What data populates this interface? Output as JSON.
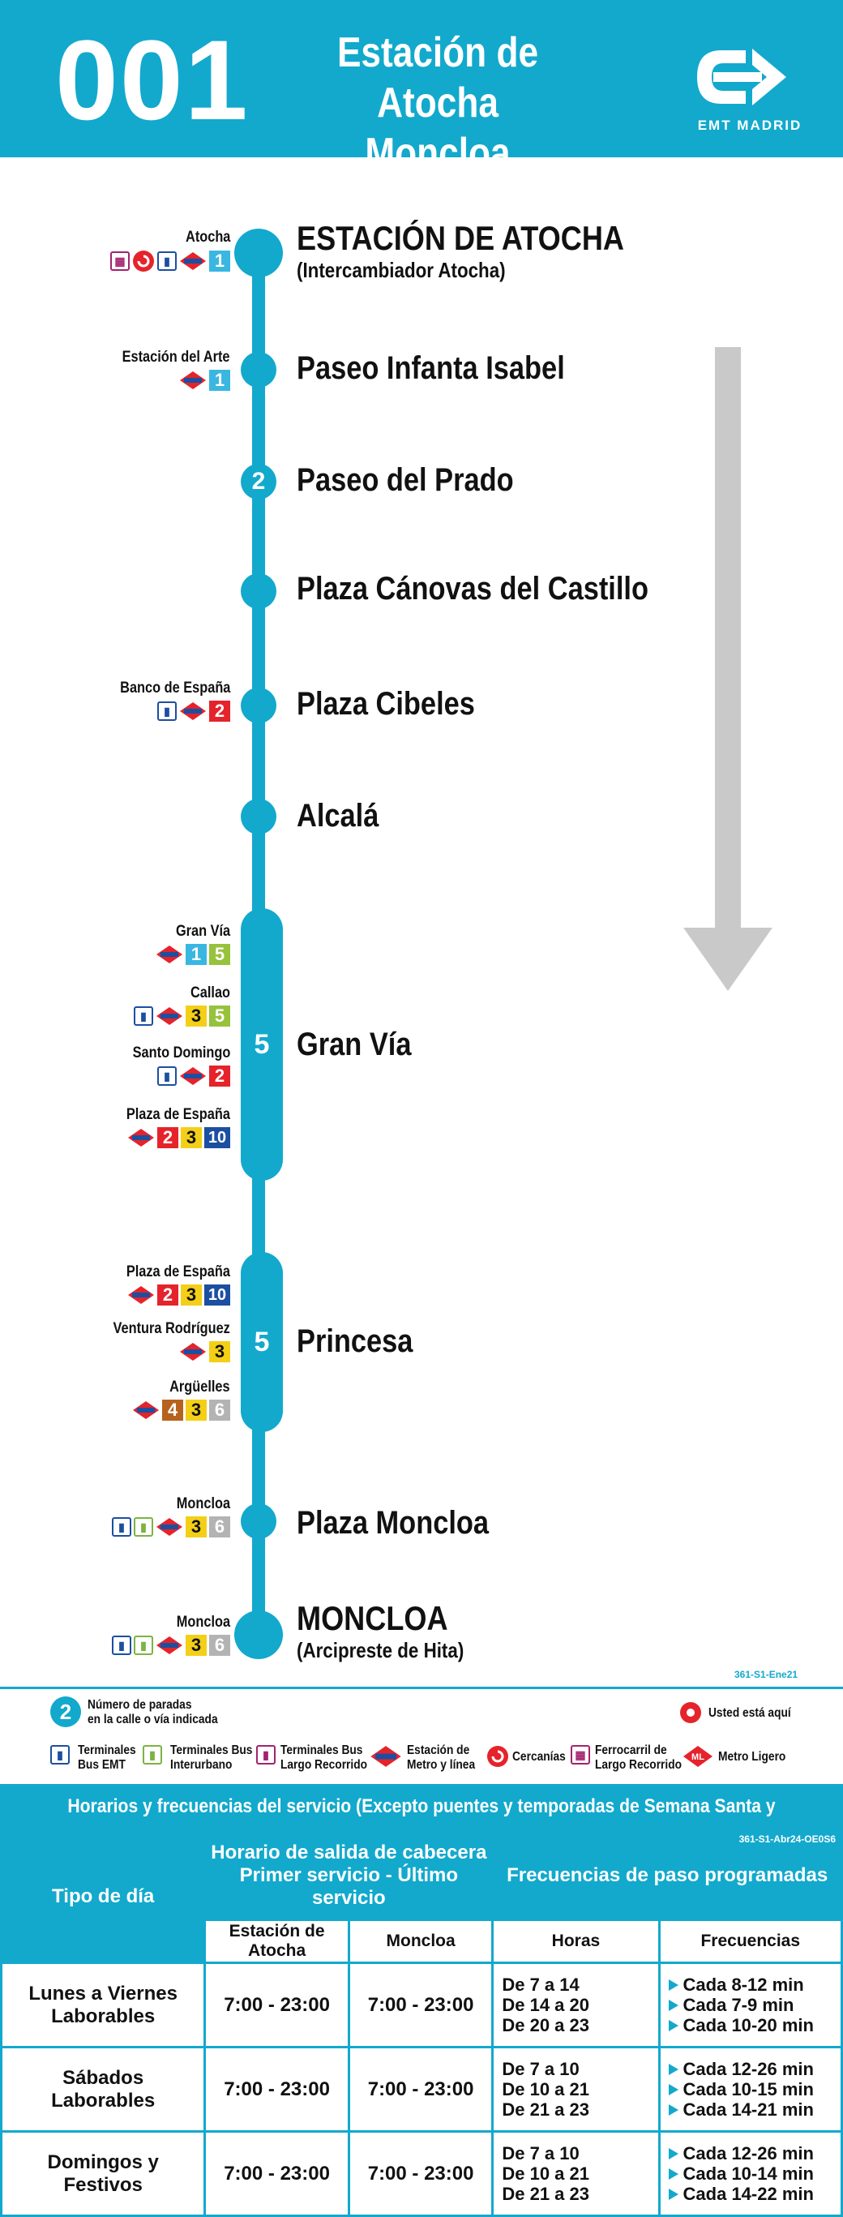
{
  "header": {
    "line_number": "001",
    "title_line1": "Estación de Atocha",
    "title_line2": "Moncloa",
    "operator": "EMT MADRID"
  },
  "stops": [
    {
      "name": "ESTACIÓN DE ATOCHA",
      "sub": "(Intercambiador Atocha)",
      "connection": "Atocha",
      "lines": [
        "1"
      ],
      "icons": [
        "train-long-distance",
        "cercanias",
        "bus-emt",
        "metro"
      ]
    },
    {
      "name": "Paseo Infanta Isabel",
      "connection": "Estación del Arte",
      "lines": [
        "1"
      ],
      "icons": [
        "metro"
      ]
    },
    {
      "name": "Paseo del Prado",
      "stop_count": "2"
    },
    {
      "name": "Plaza Cánovas del Castillo"
    },
    {
      "name": "Plaza Cibeles",
      "connection": "Banco de España",
      "lines": [
        "2"
      ],
      "icons": [
        "bus-emt",
        "metro"
      ]
    },
    {
      "name": "Alcalá"
    },
    {
      "name": "Gran Vía",
      "stop_count": "5",
      "connections": [
        {
          "name": "Gran Vía",
          "lines": [
            "1",
            "5"
          ],
          "icons": [
            "metro"
          ]
        },
        {
          "name": "Callao",
          "lines": [
            "3",
            "5"
          ],
          "icons": [
            "bus-emt",
            "metro"
          ]
        },
        {
          "name": "Santo Domingo",
          "lines": [
            "2"
          ],
          "icons": [
            "bus-emt",
            "metro"
          ]
        },
        {
          "name": "Plaza de España",
          "lines": [
            "2",
            "3",
            "10"
          ],
          "icons": [
            "metro"
          ]
        }
      ]
    },
    {
      "name": "Princesa",
      "stop_count": "5",
      "connections": [
        {
          "name": "Plaza de España",
          "lines": [
            "2",
            "3",
            "10"
          ],
          "icons": [
            "metro"
          ]
        },
        {
          "name": "Ventura Rodríguez",
          "lines": [
            "3"
          ],
          "icons": [
            "metro"
          ]
        },
        {
          "name": "Argüelles",
          "lines": [
            "4",
            "3",
            "6"
          ],
          "icons": [
            "metro"
          ]
        }
      ]
    },
    {
      "name": "Plaza Moncloa",
      "connection": "Moncloa",
      "lines": [
        "3",
        "6"
      ],
      "icons": [
        "bus-emt",
        "bus-interurbano",
        "metro"
      ]
    },
    {
      "name": "MONCLOA",
      "sub": "(Arcipreste de Hita)",
      "connection": "Moncloa",
      "lines": [
        "3",
        "6"
      ],
      "icons": [
        "bus-emt",
        "bus-interurbano",
        "metro"
      ]
    }
  ],
  "line_colors": {
    "1": "#39b7e0",
    "2": "#e5232b",
    "3": "#f3cf17",
    "4": "#b6621e",
    "5": "#97c23c",
    "6": "#b3b3b3",
    "10": "#1c4fa0"
  },
  "map_code": "361-S1-Ene21",
  "legend": {
    "stops_number": "Número de paradas\nen la calle o vía indicada",
    "you_are_here": "Usted está aquí",
    "bus_emt": "Terminales\nBus EMT",
    "bus_interurbano": "Terminales Bus\nInterurbano",
    "bus_largo": "Terminales Bus\nLargo Recorrido",
    "metro": "Estación de\nMetro y línea",
    "cercanias": "Cercanías",
    "ferrocarril": "Ferrocarril de\nLargo Recorrido",
    "metro_ligero": "Metro Ligero"
  },
  "schedule": {
    "title": "Horarios y frecuencias del servicio (Excepto puentes y temporadas de Semana Santa y Verano)",
    "code": "361-S1-Abr24-OE0S6",
    "col_day_type": "Tipo de día",
    "col_departure_1": "Horario de salida de cabecera",
    "col_departure_2": "Primer servicio - Último servicio",
    "col_freq": "Frecuencias de paso programadas",
    "sub_atocha": "Estación de Atocha",
    "sub_moncloa": "Moncloa",
    "sub_hours": "Horas",
    "sub_freqs": "Frecuencias",
    "rows": [
      {
        "day_1": "Lunes a Viernes",
        "day_2": "Laborables",
        "atocha": "7:00 - 23:00",
        "moncloa": "7:00 - 23:00",
        "hours": [
          "De 7 a 14",
          "De 14 a 20",
          "De 20 a 23"
        ],
        "freqs": [
          "Cada 8-12 min",
          "Cada 7-9 min",
          "Cada 10-20 min"
        ]
      },
      {
        "day_1": "Sábados",
        "day_2": "Laborables",
        "atocha": "7:00 - 23:00",
        "moncloa": "7:00 - 23:00",
        "hours": [
          "De 7 a 10",
          "De 10 a 21",
          "De 21 a 23"
        ],
        "freqs": [
          "Cada 12-26 min",
          "Cada 10-15 min",
          "Cada 14-21 min"
        ]
      },
      {
        "day_1": "Domingos y",
        "day_2": "Festivos",
        "atocha": "7:00 - 23:00",
        "moncloa": "7:00 - 23:00",
        "hours": [
          "De 7 a 10",
          "De 10 a 21",
          "De 21 a 23"
        ],
        "freqs": [
          "Cada 12-26 min",
          "Cada 10-14 min",
          "Cada 14-22 min"
        ]
      }
    ]
  }
}
